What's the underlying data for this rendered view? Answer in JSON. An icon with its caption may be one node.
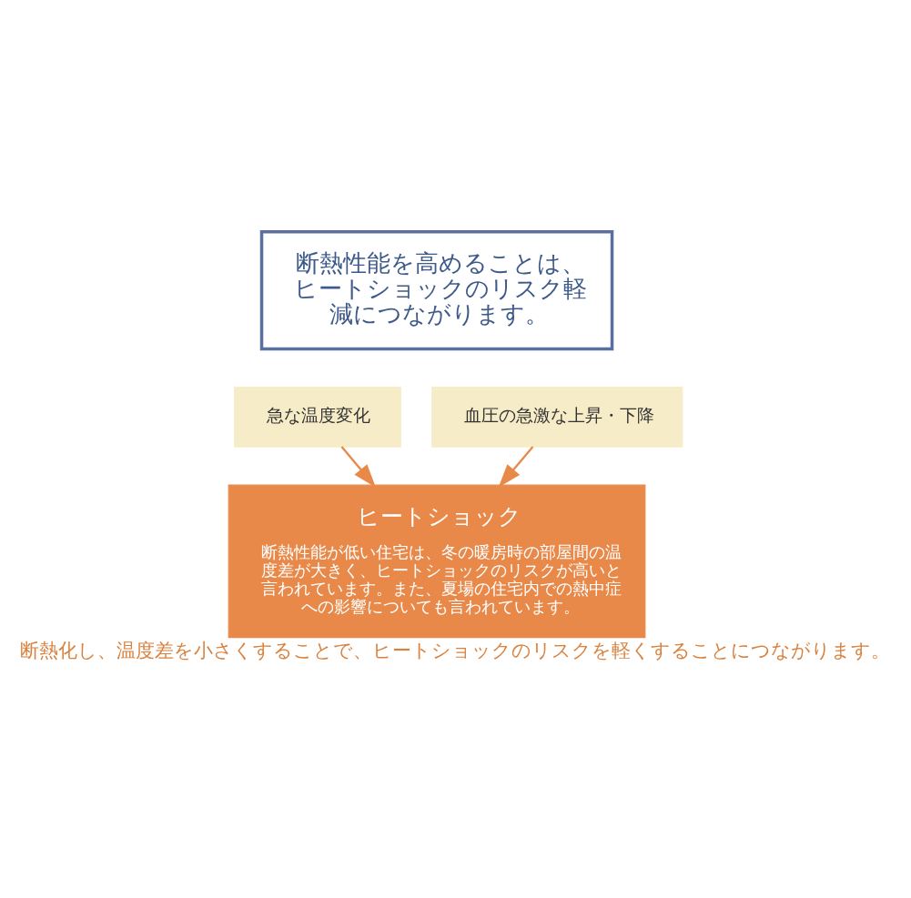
{
  "diagram": {
    "caption": "断熱化し、温度差を小さくすることで、ヒートショックのリスクを軽くすることにつながります。",
    "nodes": [
      {
        "text": [
          "断熱性能を高めることは、ヒートショックのリスク軽減につながります。"
        ]
      },
      {
        "text": [
          "急な温度変化"
        ]
      },
      {
        "text": [
          "血圧の急激な上昇・下降"
        ]
      },
      {
        "text": [
          "ヒートショック",
          "断熱性能が低い住宅は、冬の暖房時の部屋間の温度差が大きく、ヒートショックのリスクが高いと言われています。また、夏場の住宅内での熱中症への影響についても言われています。"
        ]
      }
    ],
    "edges": [
      {
        "from": 1,
        "to": 3,
        "arrow": "to",
        "color": "#e8894a"
      },
      {
        "from": 2,
        "to": 3,
        "arrow": "to",
        "color": "#e8894a"
      }
    ]
  }
}
